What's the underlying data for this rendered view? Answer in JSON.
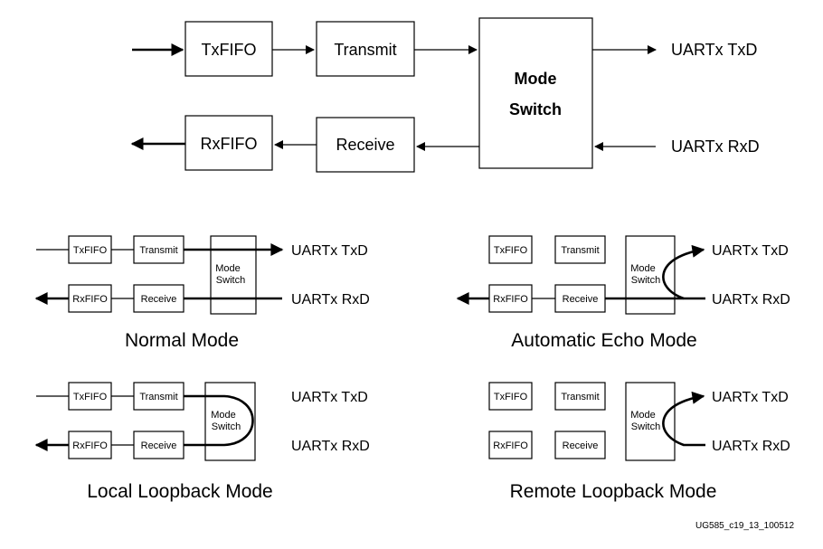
{
  "top": {
    "txfifo": "TxFIFO",
    "transmit": "Transmit",
    "mode_switch_line1": "Mode",
    "mode_switch_line2": "Switch",
    "rxfifo": "RxFIFO",
    "receive": "Receive",
    "uart_txd": "UARTx TxD",
    "uart_rxd": "UARTx RxD"
  },
  "panels": [
    {
      "title": "Normal Mode",
      "txfifo": "TxFIFO",
      "transmit": "Transmit",
      "rxfifo": "RxFIFO",
      "receive": "Receive",
      "mode_line1": "Mode",
      "mode_line2": "Switch",
      "uart_txd": "UARTx TxD",
      "uart_rxd": "UARTx RxD"
    },
    {
      "title": "Automatic Echo Mode",
      "txfifo": "TxFIFO",
      "transmit": "Transmit",
      "rxfifo": "RxFIFO",
      "receive": "Receive",
      "mode_line1": "Mode",
      "mode_line2": "Switch",
      "uart_txd": "UARTx TxD",
      "uart_rxd": "UARTx RxD"
    },
    {
      "title": "Local Loopback Mode",
      "txfifo": "TxFIFO",
      "transmit": "Transmit",
      "rxfifo": "RxFIFO",
      "receive": "Receive",
      "mode_line1": "Mode",
      "mode_line2": "Switch",
      "uart_txd": "UARTx TxD",
      "uart_rxd": "UARTx RxD"
    },
    {
      "title": "Remote Loopback Mode",
      "txfifo": "TxFIFO",
      "transmit": "Transmit",
      "rxfifo": "RxFIFO",
      "receive": "Receive",
      "mode_line1": "Mode",
      "mode_line2": "Switch",
      "uart_txd": "UARTx TxD",
      "uart_rxd": "UARTx RxD"
    }
  ],
  "figure_id": "UG585_c19_13_100512"
}
